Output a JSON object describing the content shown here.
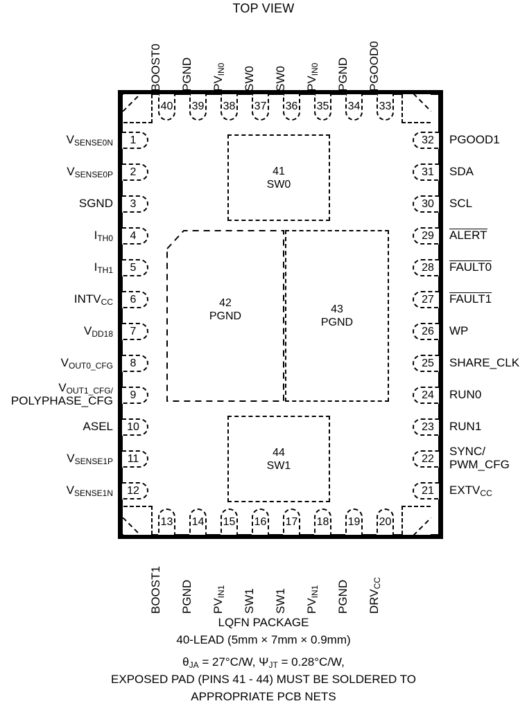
{
  "title": "TOP VIEW",
  "package": {
    "frame_color": "#000000",
    "background": "#ffffff"
  },
  "top_pins": [
    {
      "number": "40",
      "label": "BOOST0",
      "sub": ""
    },
    {
      "number": "39",
      "label": "PGND",
      "sub": ""
    },
    {
      "number": "38",
      "label": "PV",
      "sub": "IN0"
    },
    {
      "number": "37",
      "label": "SW0",
      "sub": ""
    },
    {
      "number": "36",
      "label": "SW0",
      "sub": ""
    },
    {
      "number": "35",
      "label": "PV",
      "sub": "IN0"
    },
    {
      "number": "34",
      "label": "PGND",
      "sub": ""
    },
    {
      "number": "33",
      "label": "PGOOD0",
      "sub": ""
    }
  ],
  "bottom_pins": [
    {
      "number": "13",
      "label": "BOOST1",
      "sub": ""
    },
    {
      "number": "14",
      "label": "PGND",
      "sub": ""
    },
    {
      "number": "15",
      "label": "PV",
      "sub": "IN1"
    },
    {
      "number": "16",
      "label": "SW1",
      "sub": ""
    },
    {
      "number": "17",
      "label": "SW1",
      "sub": ""
    },
    {
      "number": "18",
      "label": "PV",
      "sub": "IN1"
    },
    {
      "number": "19",
      "label": "PGND",
      "sub": ""
    },
    {
      "number": "20",
      "label": "DRV",
      "sub": "CC"
    }
  ],
  "left_pins": [
    {
      "number": "1",
      "line1": "V",
      "sub1": "SENSE0N",
      "line2": "",
      "sub2": "",
      "overline": false
    },
    {
      "number": "2",
      "line1": "V",
      "sub1": "SENSE0P",
      "line2": "",
      "sub2": "",
      "overline": false
    },
    {
      "number": "3",
      "line1": "SGND",
      "sub1": "",
      "line2": "",
      "sub2": "",
      "overline": false
    },
    {
      "number": "4",
      "line1": "I",
      "sub1": "TH0",
      "line2": "",
      "sub2": "",
      "overline": false
    },
    {
      "number": "5",
      "line1": "I",
      "sub1": "TH1",
      "line2": "",
      "sub2": "",
      "overline": false
    },
    {
      "number": "6",
      "line1": "INTV",
      "sub1": "CC",
      "line2": "",
      "sub2": "",
      "overline": false
    },
    {
      "number": "7",
      "line1": "V",
      "sub1": "DD18",
      "line2": "",
      "sub2": "",
      "overline": false
    },
    {
      "number": "8",
      "line1": "V",
      "sub1": "OUT0_CFG",
      "line2": "",
      "sub2": "",
      "overline": false
    },
    {
      "number": "9",
      "line1": "V",
      "sub1": "OUT1_CFG/",
      "line2": "POLYPHASE_CFG",
      "sub2": "",
      "overline": false
    },
    {
      "number": "10",
      "line1": "ASEL",
      "sub1": "",
      "line2": "",
      "sub2": "",
      "overline": false
    },
    {
      "number": "11",
      "line1": "V",
      "sub1": "SENSE1P",
      "line2": "",
      "sub2": "",
      "overline": false
    },
    {
      "number": "12",
      "line1": "V",
      "sub1": "SENSE1N",
      "line2": "",
      "sub2": "",
      "overline": false
    }
  ],
  "right_pins": [
    {
      "number": "32",
      "line1": "PGOOD1",
      "sub1": "",
      "line2": "",
      "sub2": "",
      "overline": false
    },
    {
      "number": "31",
      "line1": "SDA",
      "sub1": "",
      "line2": "",
      "sub2": "",
      "overline": false
    },
    {
      "number": "30",
      "line1": "SCL",
      "sub1": "",
      "line2": "",
      "sub2": "",
      "overline": false
    },
    {
      "number": "29",
      "line1": "ALERT",
      "sub1": "",
      "line2": "",
      "sub2": "",
      "overline": true
    },
    {
      "number": "28",
      "line1": "FAULT0",
      "sub1": "",
      "line2": "",
      "sub2": "",
      "overline": true
    },
    {
      "number": "27",
      "line1": "FAULT1",
      "sub1": "",
      "line2": "",
      "sub2": "",
      "overline": true
    },
    {
      "number": "26",
      "line1": "WP",
      "sub1": "",
      "line2": "",
      "sub2": "",
      "overline": false
    },
    {
      "number": "25",
      "line1": "SHARE_CLK",
      "sub1": "",
      "line2": "",
      "sub2": "",
      "overline": false
    },
    {
      "number": "24",
      "line1": "RUN0",
      "sub1": "",
      "line2": "",
      "sub2": "",
      "overline": false
    },
    {
      "number": "23",
      "line1": "RUN1",
      "sub1": "",
      "line2": "",
      "sub2": "",
      "overline": false
    },
    {
      "number": "22",
      "line1": "SYNC/",
      "sub1": "",
      "line2": "PWM_CFG",
      "sub2": "",
      "overline": false
    },
    {
      "number": "21",
      "line1": "EXTV",
      "sub1": "CC",
      "line2": "",
      "sub2": "",
      "overline": false
    }
  ],
  "exposed_pads": [
    {
      "number": "41",
      "net": "SW0"
    },
    {
      "number": "42",
      "net": "PGND"
    },
    {
      "number": "43",
      "net": "PGND"
    },
    {
      "number": "44",
      "net": "SW1"
    }
  ],
  "caption": {
    "line1": "LQFN PACKAGE",
    "line2": "40-LEAD (5mm × 7mm × 0.9mm)",
    "line3_a": "θ",
    "line3_a_sub": "JA",
    "line3_b": " = 27°C/W, ",
    "line3_c": "Ψ",
    "line3_c_sub": "JT",
    "line3_d": " = 0.28°C/W,",
    "line4": "EXPOSED PAD (PINS 41 - 44) MUST BE SOLDERED TO",
    "line5": "APPROPRIATE PCB NETS"
  }
}
